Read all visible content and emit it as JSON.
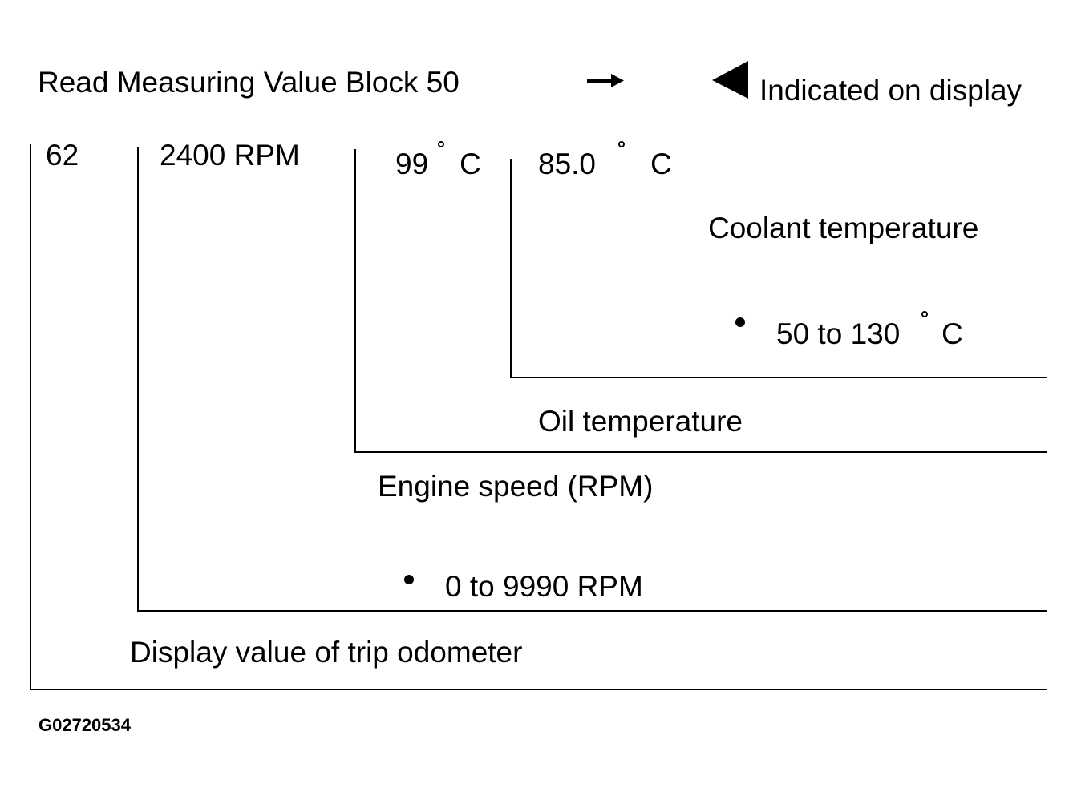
{
  "header": {
    "title": "Read Measuring Value Block 50",
    "legend_text": "Indicated on display",
    "arrow_icon": "arrow-right-icon",
    "indicator_icon": "triangle-left-icon"
  },
  "readings": {
    "field1": "62",
    "field2": "2400 RPM",
    "field3_value": "99",
    "field3_unit": "C",
    "field4_value": "85.0",
    "field4_unit": "C"
  },
  "labels": {
    "coolant": "Coolant temperature",
    "coolant_range_value": "50 to 130",
    "coolant_range_unit": "C",
    "oil": "Oil temperature",
    "engine_speed": "Engine speed (RPM)",
    "engine_speed_range": "0 to 9990 RPM",
    "trip_odometer": "Display value of trip odometer"
  },
  "footer": {
    "figure_id": "G02720534"
  }
}
